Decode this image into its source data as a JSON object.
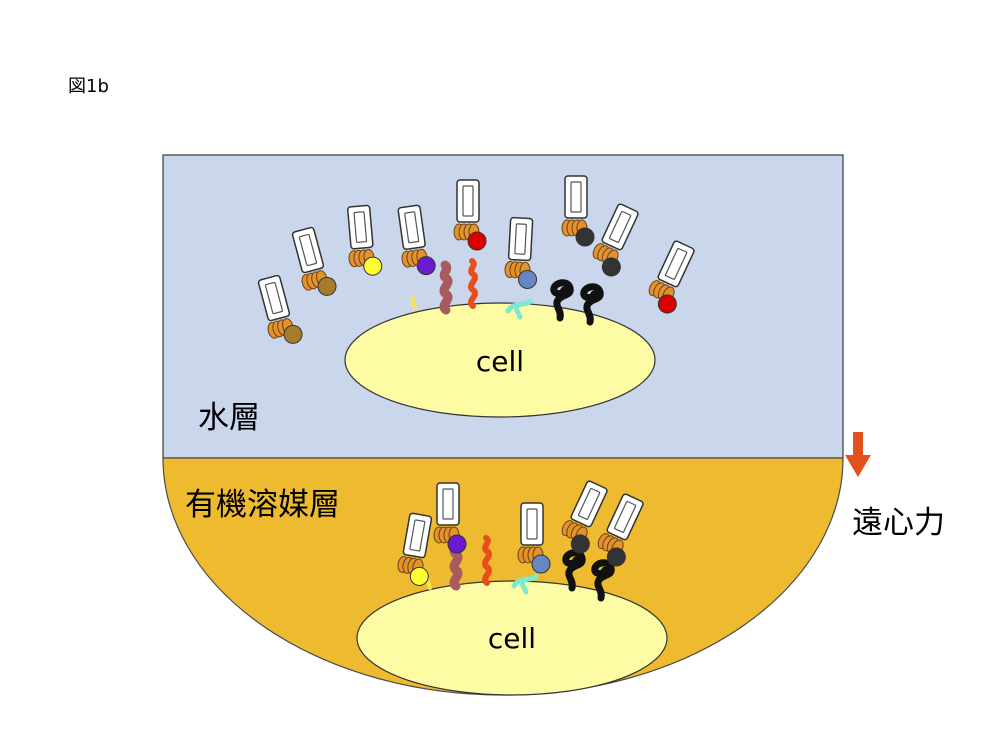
{
  "figure_label": "図1b",
  "layers": {
    "aqueous": "水層",
    "organic": "有機溶媒層"
  },
  "cells": {
    "upper": "cell",
    "lower": "cell"
  },
  "force_label": "遠心力",
  "colors": {
    "aqueous_layer": "#cad6ec",
    "organic_layer": "#eebb30",
    "cell_fill": "#fdfba3",
    "force_arrow": "#e2501c",
    "antibody_coil": "#e3922d",
    "antigen_brown": "#a67c2c",
    "antigen_yellow": "#ffff33",
    "antigen_purple": "#6a1ad0",
    "antigen_red": "#dd0000",
    "antigen_blue": "#6687c4",
    "antigen_dark": "#333333",
    "receptor_mauve": "#a85a5e",
    "receptor_orange": "#e84e1b",
    "receptor_aqua": "#7fe8d0",
    "receptor_black": "#111111",
    "receptor_yellow": "#f5e64a"
  }
}
